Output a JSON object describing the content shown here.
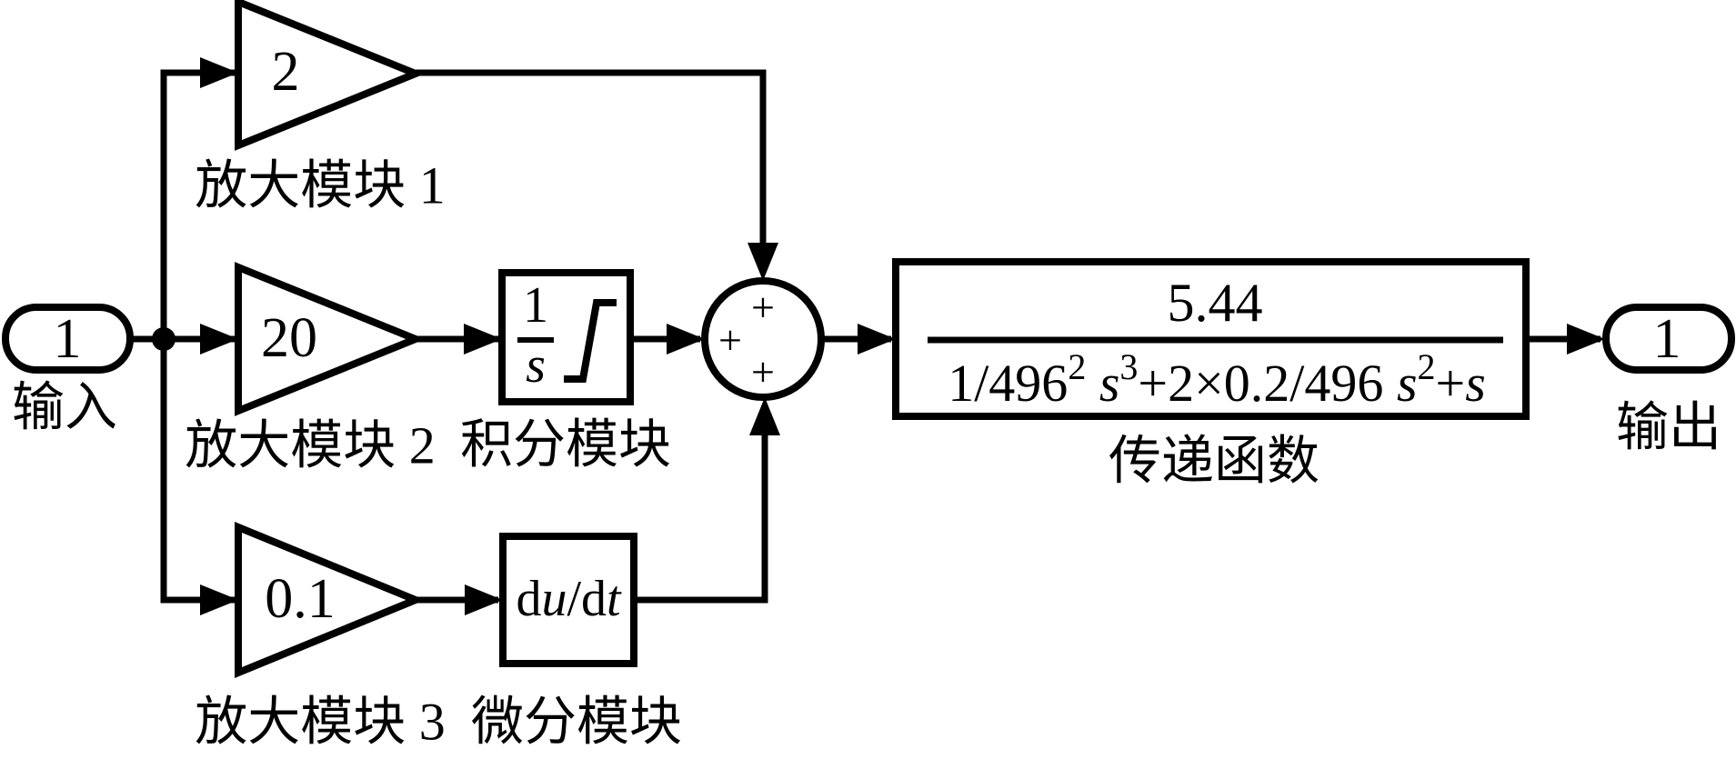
{
  "diagram": {
    "kind": "simulink-style-block-diagram",
    "colors": {
      "stroke": "#000000",
      "background": "#ffffff"
    },
    "input_port": {
      "value": "1",
      "label": "输入"
    },
    "output_port": {
      "value": "1",
      "label": "输出"
    },
    "gains": [
      {
        "value": "2",
        "label": "放大模块 1"
      },
      {
        "value": "20",
        "label": "放大模块 2"
      },
      {
        "value": "0.1",
        "label": "放大模块 3"
      }
    ],
    "integrator": {
      "numerator": "1",
      "denominator": "s",
      "label": "积分模块"
    },
    "derivative": {
      "d1": "d",
      "u": "u",
      "slash": "/",
      "d2": "d",
      "t": "t",
      "label": "微分模块"
    },
    "sum": {
      "sign_top": "+",
      "sign_left": "+",
      "sign_bottom": "+"
    },
    "transfer_function": {
      "numerator": "5.44",
      "den_seg1": "1/496",
      "den_sup1": "2",
      "den_seg2": " s",
      "den_sup2": "3",
      "den_seg3": "+2×0.2/496",
      "den_seg4": " s",
      "den_sup3": "2",
      "den_seg5": "+",
      "den_seg6": "s",
      "label": "传递函数"
    }
  }
}
